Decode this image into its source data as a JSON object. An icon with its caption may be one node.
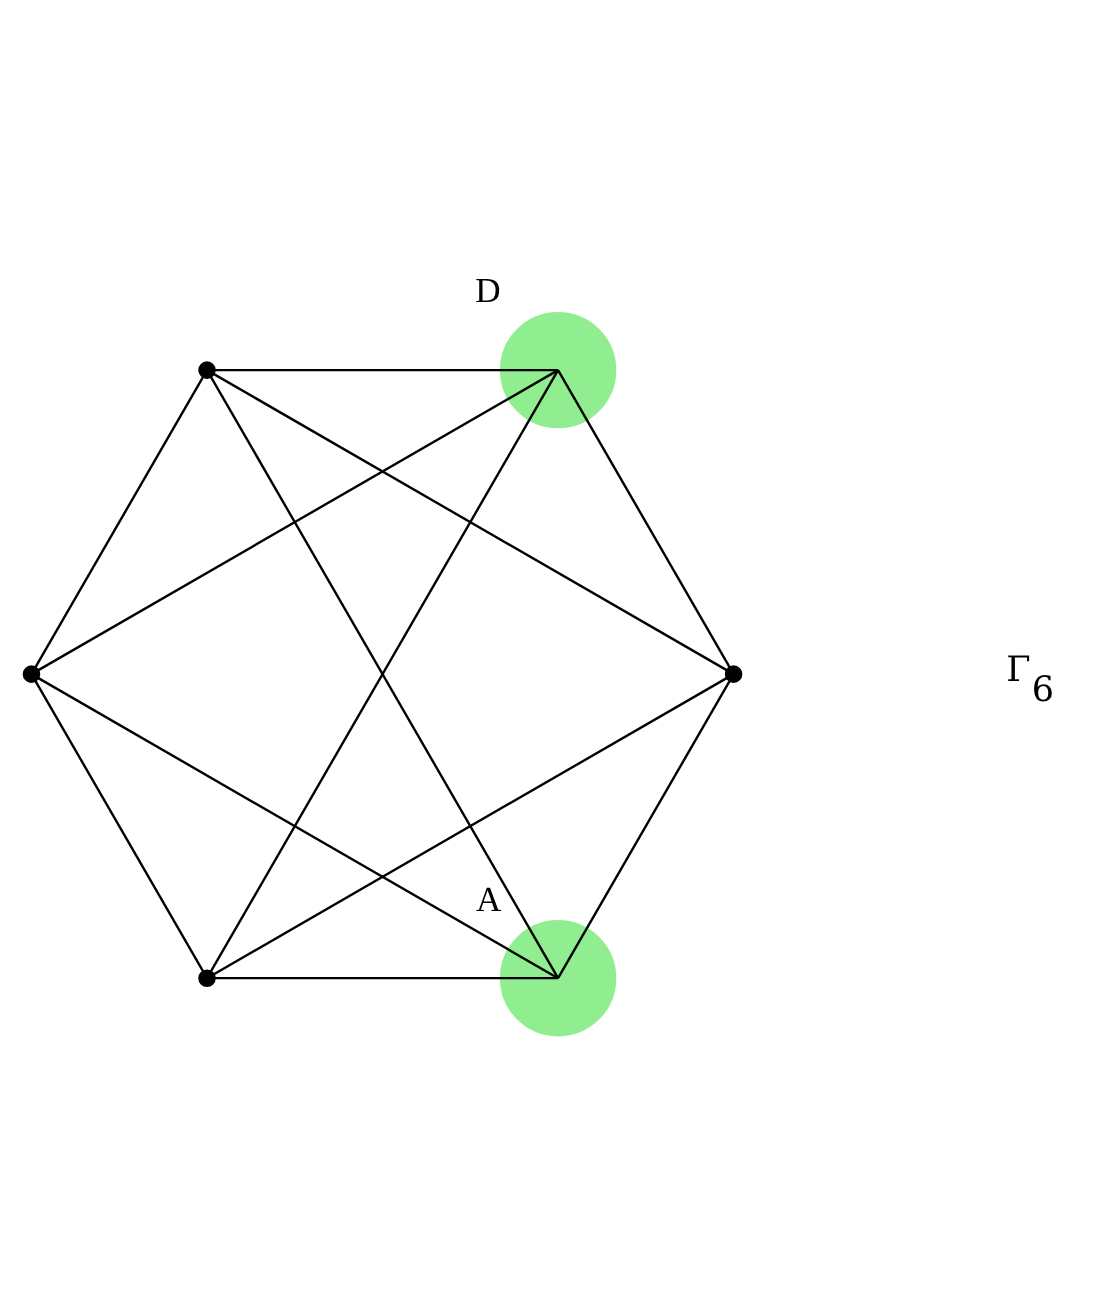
{
  "diagram": {
    "nodes": [
      {
        "text": [],
        "shape": "circle"
      },
      {
        "text": [],
        "shape": "circle",
        "beside": [
          "D"
        ]
      },
      {
        "text": [],
        "shape": "circle"
      },
      {
        "text": [],
        "shape": "circle"
      },
      {
        "text": [],
        "shape": "circle",
        "beside": [
          "A"
        ]
      },
      {
        "text": [],
        "shape": "circle"
      }
    ],
    "edges": [
      {
        "from": 0,
        "to": 1,
        "arrow": "none"
      },
      {
        "from": 0,
        "to": 2,
        "arrow": "none"
      },
      {
        "from": 0,
        "to": 4,
        "arrow": "none"
      },
      {
        "from": 0,
        "to": 3,
        "arrow": "none"
      },
      {
        "from": 1,
        "to": 2,
        "arrow": "none"
      },
      {
        "from": 1,
        "to": 5,
        "arrow": "none"
      },
      {
        "from": 1,
        "to": 3,
        "arrow": "none"
      },
      {
        "from": 2,
        "to": 5,
        "arrow": "none"
      },
      {
        "from": 2,
        "to": 4,
        "arrow": "none"
      },
      {
        "from": 4,
        "to": 5,
        "arrow": "none"
      },
      {
        "from": 4,
        "to": 3,
        "arrow": "none"
      },
      {
        "from": 3,
        "to": 5,
        "arrow": "none"
      }
    ],
    "labels": [
      "Γ$_{6}$"
    ]
  }
}
